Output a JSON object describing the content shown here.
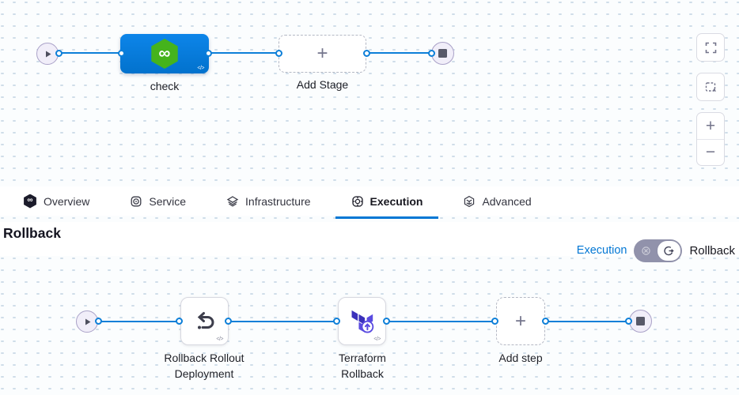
{
  "glyphs": {
    "infinity": "∞",
    "plus": "+",
    "minus": "−",
    "code": "</>"
  },
  "colors": {
    "accent": "#0278d5",
    "stage_blue": "#0d85e9",
    "harness_green": "#45b31c",
    "terraform_purple": "#5a4be0",
    "canvas_bg": "#fbfdfe",
    "edge_blue": "#0d7fd8",
    "toggle_track": "#9192ab"
  },
  "stage_pipeline": {
    "stage": {
      "label": "check"
    },
    "add_stage": {
      "label": "Add Stage"
    }
  },
  "zoom_controls": {
    "buttons": [
      "fullscreen",
      "marquee-select",
      "zoom-in",
      "zoom-out"
    ]
  },
  "tab_bar": {
    "active": "Execution",
    "tabs": [
      {
        "id": "overview",
        "label": "Overview"
      },
      {
        "id": "service",
        "label": "Service"
      },
      {
        "id": "infrastructure",
        "label": "Infrastructure"
      },
      {
        "id": "execution",
        "label": "Execution"
      },
      {
        "id": "advanced",
        "label": "Advanced"
      }
    ]
  },
  "rollback_section": {
    "title": "Rollback",
    "execution_link": "Execution",
    "rollback_label": "Rollback"
  },
  "step_pipeline": {
    "steps": [
      {
        "id": "rollback-rollout",
        "label_line1": "Rollback Rollout",
        "label_line2": "Deployment"
      },
      {
        "id": "terraform-rollback",
        "label_line1": "Terraform",
        "label_line2": "Rollback"
      }
    ],
    "add_step": {
      "label": "Add step"
    }
  }
}
